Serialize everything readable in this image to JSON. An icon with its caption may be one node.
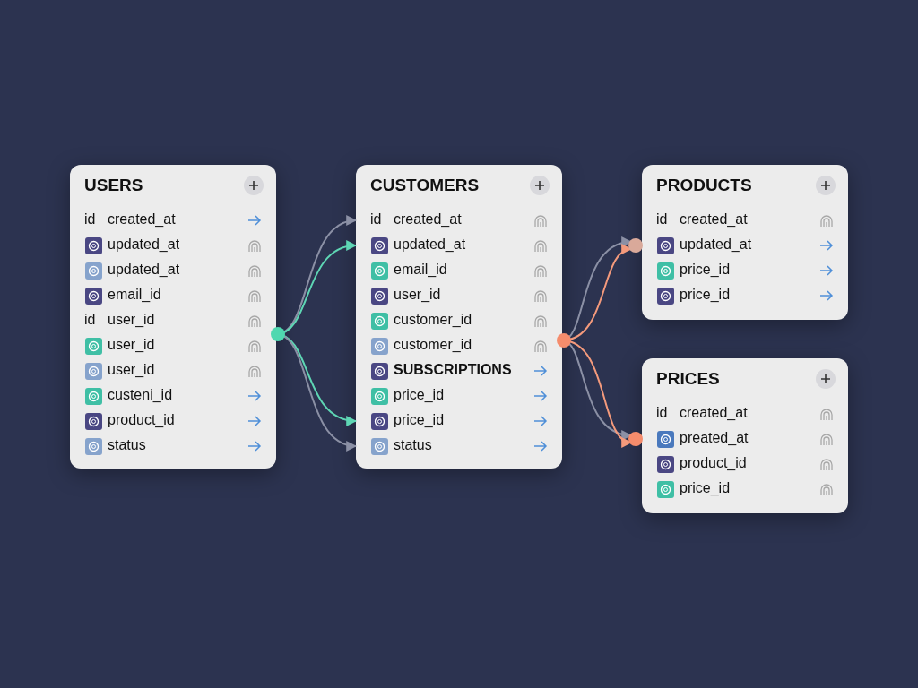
{
  "diagram": {
    "nodes": [
      {
        "text": [
          "USERS"
        ]
      },
      {
        "text": [
          "id",
          "created_at"
        ],
        "in": 0
      },
      {
        "text": [
          "updated_at"
        ],
        "in": 0
      },
      {
        "text": [
          "updated_at"
        ],
        "in": 0
      },
      {
        "text": [
          "email_id"
        ],
        "in": 0
      },
      {
        "text": [
          "id",
          "user_id"
        ],
        "in": 0
      },
      {
        "text": [
          "user_id"
        ],
        "in": 0
      },
      {
        "text": [
          "user_id"
        ],
        "in": 0
      },
      {
        "text": [
          "custeni_id"
        ],
        "in": 0
      },
      {
        "text": [
          "product_id"
        ],
        "in": 0
      },
      {
        "text": [
          "status"
        ],
        "in": 0
      },
      {
        "text": [
          "CUSTOMERS"
        ]
      },
      {
        "text": [
          "id",
          "created_at"
        ],
        "in": 11
      },
      {
        "text": [
          "updated_at"
        ],
        "in": 11
      },
      {
        "text": [
          "email_id"
        ],
        "in": 11
      },
      {
        "text": [
          "user_id"
        ],
        "in": 11
      },
      {
        "text": [
          "customer_id"
        ],
        "in": 11
      },
      {
        "text": [
          "customer_id"
        ],
        "in": 11
      },
      {
        "text": [
          "SUBSCRIPTIONS"
        ],
        "in": 11
      },
      {
        "text": [
          "price_id"
        ],
        "in": 11
      },
      {
        "text": [
          "price_id"
        ],
        "in": 11
      },
      {
        "text": [
          "status"
        ],
        "in": 11
      },
      {
        "text": [
          "PRODUCTS"
        ]
      },
      {
        "text": [
          "id",
          "created_at"
        ],
        "in": 22
      },
      {
        "text": [
          "updated_at"
        ],
        "in": 22
      },
      {
        "text": [
          "price_id"
        ],
        "in": 22
      },
      {
        "text": [
          "price_id"
        ],
        "in": 22
      },
      {
        "text": [
          "PRICES"
        ]
      },
      {
        "text": [
          "id",
          "created_at"
        ],
        "in": 27
      },
      {
        "text": [
          "preated_at"
        ],
        "in": 27
      },
      {
        "text": [
          "product_id"
        ],
        "in": 27
      },
      {
        "text": [
          "price_id"
        ],
        "in": 27
      }
    ],
    "edges": [
      {
        "from": 0,
        "to": 12,
        "arrow": "to"
      },
      {
        "from": 0,
        "to": 13,
        "arrow": "to",
        "color": "#5ed6b4"
      },
      {
        "from": 0,
        "to": 20,
        "arrow": "to",
        "color": "#5ed6b4"
      },
      {
        "from": 0,
        "to": 21,
        "arrow": "to"
      },
      {
        "from": 11,
        "to": 24,
        "arrow": "to"
      },
      {
        "from": 11,
        "to": 24,
        "arrow": "to",
        "color": "#f49a7c"
      },
      {
        "from": 11,
        "to": 29,
        "arrow": "to"
      },
      {
        "from": 11,
        "to": 29,
        "arrow": "to",
        "color": "#f49a7c"
      }
    ]
  }
}
